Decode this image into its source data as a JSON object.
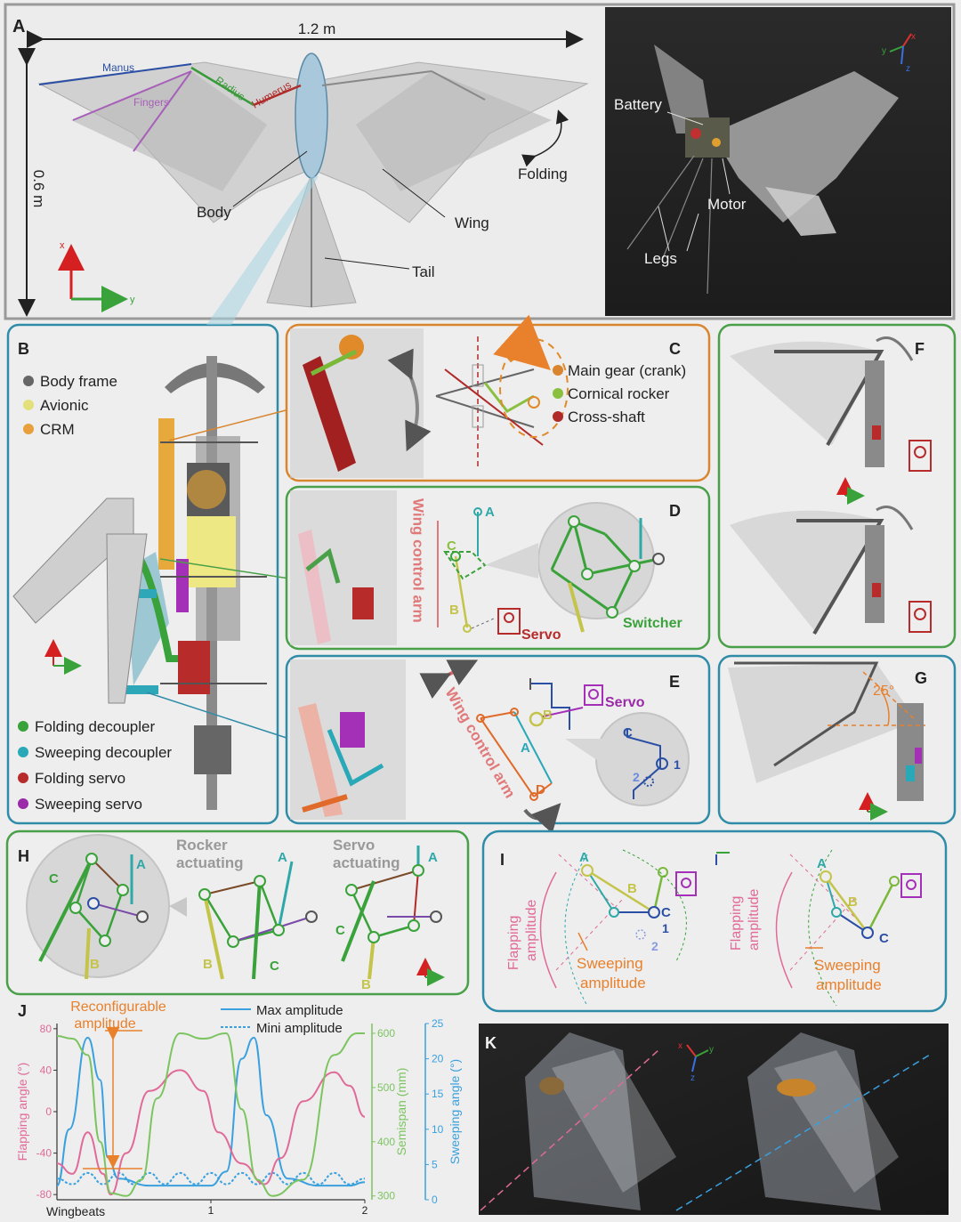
{
  "colors": {
    "manus": "#2b4fa5",
    "fingers": "#a760b8",
    "radius": "#3a9a3a",
    "humerus": "#b02a2a",
    "panel_border_blue": "#2f8ca8",
    "panel_border_orange": "#d9852f",
    "panel_border_green": "#4aa048",
    "body_frame": "#666666",
    "avionic": "#e3e07a",
    "crm": "#e8a03c",
    "folding_decoupler": "#3aa23a",
    "sweeping_decoupler": "#29a8b8",
    "folding_servo": "#b82b2b",
    "sweeping_servo": "#9a2aa8",
    "flapping": "#e06a98",
    "semispan": "#7cc460",
    "sweeping": "#3aa0de",
    "reconfig": "#e8802c"
  },
  "panel_a": {
    "label": "A",
    "width": "1.2 m",
    "height": "0.6 m",
    "manus": "Manus",
    "fingers": "Fingers",
    "radius": "Radius",
    "humerus": "Humerus",
    "body": "Body",
    "wing": "Wing",
    "tail": "Tail",
    "folding": "Folding",
    "axis_x": "x",
    "axis_y": "y",
    "battery": "Battery",
    "motor": "Motor",
    "legs": "Legs",
    "photo_axis_x": "x",
    "photo_axis_y": "y",
    "photo_axis_z": "z"
  },
  "panel_b": {
    "label": "B",
    "legend_top": [
      "Body frame",
      "Avionic",
      "CRM"
    ],
    "legend_bottom": [
      "Folding decoupler",
      "Sweeping decoupler",
      "Folding servo",
      "Sweeping servo"
    ]
  },
  "panel_c": {
    "label": "C",
    "legend": [
      "Main gear (crank)",
      "Cornical rocker",
      "Cross-shaft"
    ]
  },
  "panel_d": {
    "label": "D",
    "arm": "Wing control arm",
    "pa": "A",
    "pb": "B",
    "pc": "C",
    "servo": "Servo",
    "switcher": "Switcher"
  },
  "panel_e": {
    "label": "E",
    "arm": "Wing control arm",
    "pa": "A",
    "pb": "B",
    "pd": "D",
    "pc": "C",
    "servo": "Servo",
    "n1": "1",
    "n2": "2"
  },
  "panel_f": {
    "label": "F"
  },
  "panel_g": {
    "label": "G",
    "angle": "25°"
  },
  "panel_h": {
    "label": "H",
    "rocker": "Rocker",
    "rocker2": "actuating",
    "servo": "Servo",
    "servo2": "actuating",
    "c1": "C",
    "a1": "A",
    "b1": "B",
    "a2": "A",
    "b2": "B",
    "c2": "C",
    "a3": "A",
    "c3": "C",
    "b3": "B"
  },
  "panel_i": {
    "label": "I",
    "flapping1": "Flapping",
    "flapping2": "amplitude",
    "sweeping1": "Sweeping",
    "sweeping2": "amplitude",
    "a1": "A",
    "b1": "B",
    "c1": "C",
    "n1": "1",
    "n2": "2",
    "a2": "A",
    "b2": "B",
    "c2": "C"
  },
  "panel_j": {
    "label": "J",
    "reconfig1": "Reconfigurable",
    "reconfig2": "amplitude",
    "legend_max": "Max amplitude",
    "legend_mini": "Mini amplitude"
  },
  "panel_k": {
    "label": "K",
    "axis_x": "x",
    "axis_y": "y",
    "axis_z": "z"
  },
  "chart_data": {
    "type": "line",
    "xlabel": "Wingbeats",
    "x_ticks": [
      "1",
      "2"
    ],
    "xlim": [
      0,
      2
    ],
    "y_left": {
      "label": "Flapping angle (°)",
      "ticks": [
        80,
        40,
        0,
        -40,
        -80
      ],
      "lim": [
        -85,
        85
      ]
    },
    "y_right1": {
      "label": "Semispan (mm)",
      "ticks": [
        600,
        500,
        400,
        300
      ],
      "lim": [
        293,
        618
      ]
    },
    "y_right2": {
      "label": "Sweeping angle (°)",
      "ticks": [
        25,
        20,
        15,
        10,
        5,
        0
      ],
      "lim": [
        0,
        25
      ]
    },
    "series": [
      {
        "name": "Max amplitude",
        "axis": "sweeping",
        "x": [
          0,
          0.08,
          0.2,
          0.28,
          0.33,
          0.4,
          0.6,
          0.72,
          0.9,
          1.0,
          1.1,
          1.2,
          1.28,
          1.36,
          1.5,
          1.7,
          1.8,
          1.9,
          2.0
        ],
        "y": [
          2,
          10,
          23,
          17,
          6,
          3,
          2,
          2,
          2,
          2,
          4,
          20,
          23,
          12,
          3,
          2,
          2,
          2,
          2.5
        ]
      },
      {
        "name": "Mini amplitude",
        "axis": "sweeping",
        "x": [
          0,
          0.1,
          0.2,
          0.3,
          0.4,
          0.5,
          0.6,
          0.7,
          0.8,
          0.9,
          1.0,
          1.1,
          1.2,
          1.3,
          1.4,
          1.5,
          1.6,
          1.7,
          1.8,
          1.9,
          2.0
        ],
        "y": [
          3,
          2.2,
          3.8,
          2.2,
          3.8,
          2.2,
          3.8,
          2.2,
          3.8,
          2.2,
          3.8,
          2.2,
          3.8,
          2.2,
          3.8,
          2.2,
          3.8,
          2.2,
          3.8,
          2.2,
          3
        ]
      },
      {
        "name": "",
        "axis": "flapping",
        "x": [
          0,
          0.1,
          0.2,
          0.3,
          0.35,
          0.45,
          0.6,
          0.8,
          0.95,
          1.05,
          1.2,
          1.35,
          1.45,
          1.6,
          1.8,
          1.9,
          2.0
        ],
        "y": [
          -50,
          -60,
          -20,
          -60,
          -80,
          -40,
          20,
          40,
          20,
          -20,
          -50,
          -70,
          -45,
          10,
          38,
          25,
          -5
        ]
      },
      {
        "name": "",
        "axis": "semispan",
        "x": [
          0,
          0.1,
          0.2,
          0.28,
          0.35,
          0.45,
          0.55,
          0.65,
          0.8,
          0.95,
          1.1,
          1.2,
          1.3,
          1.4,
          1.6,
          1.8,
          1.95,
          2.0
        ],
        "y": [
          595,
          590,
          560,
          400,
          305,
          300,
          330,
          480,
          600,
          590,
          600,
          460,
          330,
          300,
          330,
          560,
          600,
          600
        ]
      }
    ]
  }
}
